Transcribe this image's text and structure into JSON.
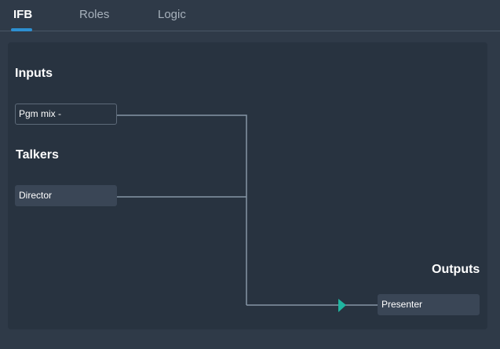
{
  "tabs": [
    {
      "label": "IFB",
      "active": true
    },
    {
      "label": "Roles",
      "active": false
    },
    {
      "label": "Logic",
      "active": false
    }
  ],
  "sections": {
    "inputs": "Inputs",
    "talkers": "Talkers",
    "outputs": "Outputs"
  },
  "nodes": {
    "input_pgm": "Pgm mix -",
    "talker_director": "Director",
    "output_presenter": "Presenter"
  },
  "colors": {
    "accent": "#2d8fd1",
    "wire": "#8696a6",
    "arrow": "#1fb5a0"
  }
}
